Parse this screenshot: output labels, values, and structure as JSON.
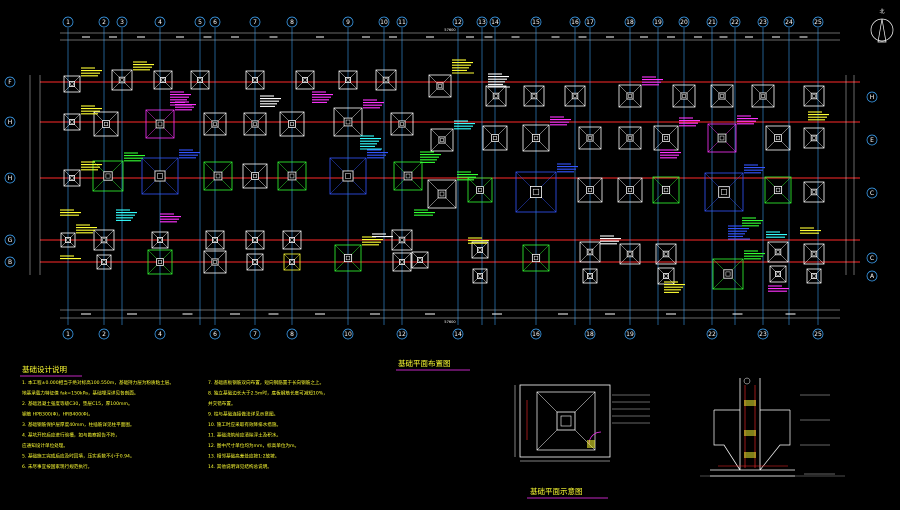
{
  "drawing": {
    "plan_title": "基础平面布置图",
    "detail_title": "基础平面示意图",
    "notes_title": "基础设计说明",
    "overall_dimension": "57600",
    "north_label": "北"
  },
  "grid": {
    "top_labels": [
      "1",
      "2",
      "3",
      "4",
      "5",
      "6",
      "7",
      "8",
      "9",
      "10",
      "11",
      "12",
      "13",
      "14",
      "15",
      "16",
      "17",
      "18",
      "19",
      "20",
      "21",
      "22",
      "23",
      "24",
      "25"
    ],
    "bottom_labels": [
      "1",
      "2",
      "4",
      "6",
      "7",
      "8",
      "10",
      "12",
      "14",
      "16",
      "18",
      "19",
      "22",
      "23",
      "25"
    ],
    "left_labels": [
      "F",
      "H",
      "H",
      "G",
      "B"
    ],
    "right_labels": [
      "H",
      "E",
      "C",
      "C",
      "A"
    ]
  },
  "notes": {
    "left": [
      "1. 本工程±0.000相当于绝对标高100.550m，基础持力层为粉质粘土层。",
      "   地基承载力特征值 fak=150kPa，基础埋深详见各剖面。",
      "2. 基础混凝土强度等级C30，垫层C15，厚100mm。",
      "   钢筋 HPB300(Φ)，HRB400(Φ)。",
      "3. 基础钢筋保护层厚度40mm，柱插筋详见柱平面图。",
      "4. 基坑开挖后应进行验槽，如与勘察报告不符，",
      "   应通知设计单位处理。",
      "5. 基础施工完成后应及时回填，压实系数不小于0.94。",
      "6. 未尽事宜按国家现行规范执行。"
    ],
    "middle": [
      "7. 基础底板钢筋双向布置，短向钢筋置于长向钢筋之上。",
      "8. 独立基础边长大于2.5m时，底板钢筋长度可减短10%，",
      "   并交错布置。",
      "9. 柱与基础连接做法详见示意图。",
      "10. 施工时应采取有效降排水措施。",
      "11. 基础浇筑前应清除浮土及积水。",
      "12. 图中尺寸单位均为mm，标高单位为m。",
      "13. 相邻基础高差处应按1:2放坡。",
      "14. 其他说明详见结构总说明。"
    ]
  },
  "colors": {
    "background": "#000000",
    "grid_axis": "#ff2a2a",
    "grid_line": "#3fa9ff",
    "footing": "#ffffff",
    "annotation": "#ffff33",
    "magenta": "#ff33ff",
    "green": "#33ff33",
    "cyan": "#33ffff",
    "blue": "#3355ff"
  }
}
